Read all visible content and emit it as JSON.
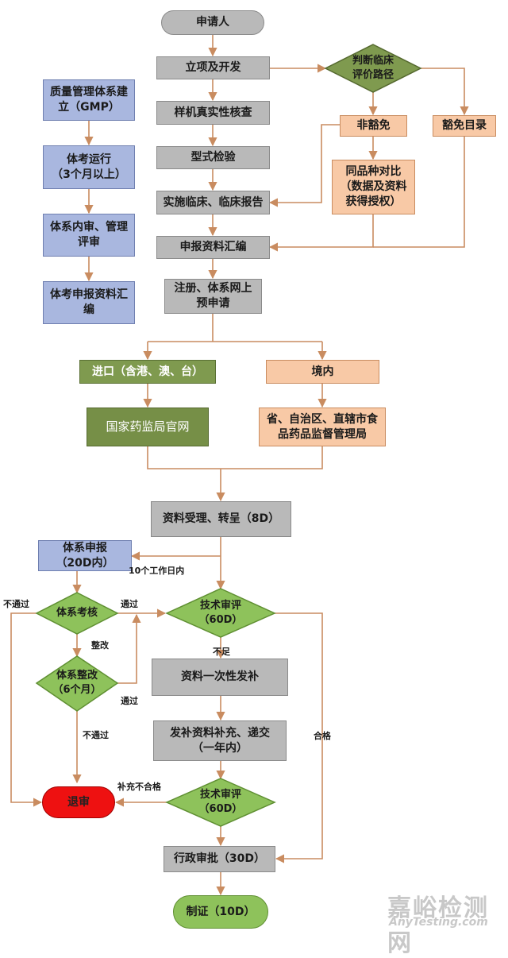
{
  "nodes": {
    "applicant": "申请人",
    "project": "立项及开发",
    "sample_check": "样机真实性核查",
    "type_test": "型式检验",
    "clinical": "实施临床、临床报告",
    "compile": "申报资料汇编",
    "register": "注册、体系网上\n预申请",
    "qms_build": "质量管理体系建\n立（GMP）",
    "qms_run": "体考运行\n（3个月以上）",
    "qms_audit": "体系内审、管理\n评审",
    "qms_compile": "体考申报资料汇\n编",
    "judge_path": "判断临床\n评价路径",
    "non_exempt": "非豁免",
    "exempt_list": "豁免目录",
    "same_compare": "同品种对比\n（数据及资料\n获得授权）",
    "import": "进口（含港、澳、台）",
    "nmpa_site": "国家药监局官网",
    "domestic": "境内",
    "provincial": "省、自治区、直辖市食\n品药品监督管理局",
    "accept": "资料受理、转呈（8D）",
    "qms_report": "体系申报\n（20D内）",
    "qms_inspect": "体系考核",
    "qms_rectify": "体系整改\n（6个月）",
    "tech_review1": "技术审评\n（60D）",
    "one_supplement": "资料一次性发补",
    "supplement_submit": "发补资料补充、递交\n（一年内）",
    "reject": "退审",
    "tech_review2": "技术审评\n（60D）",
    "admin_approve": "行政审批（30D）",
    "certify": "制证（10D）"
  },
  "labels": {
    "ten_days": "10个工作日内",
    "fail_left": "不通过",
    "pass_right": "通过",
    "rectify": "整改",
    "pass2": "通过",
    "fail2": "不通过",
    "insufficient": "不足",
    "qualified": "合格",
    "supp_fail": "补充不合格"
  },
  "watermark": {
    "cn": "嘉峪检测网",
    "en": "AnyTesting.com"
  },
  "colors": {
    "line": "#c98c60",
    "line_dark": "#555555",
    "diamond_fill": "#8ec25b",
    "diamond_stroke": "#5f8f32",
    "olive_diamond_fill": "#7f9a4f"
  }
}
